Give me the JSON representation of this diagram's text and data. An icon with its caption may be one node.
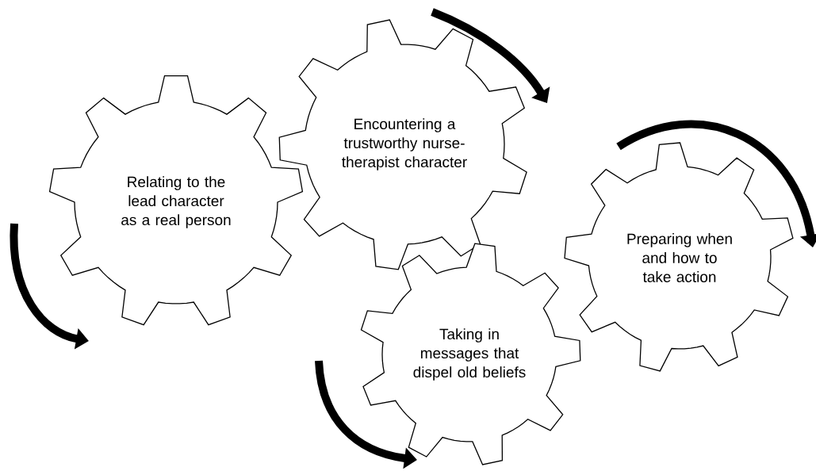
{
  "diagram": {
    "nodes": [
      {
        "text": [
          "Relating to the lead character as a real person"
        ]
      },
      {
        "text": [
          "Encountering a trustworthy nurse-therapist character"
        ]
      },
      {
        "text": [
          "Taking in messages that dispel old beliefs"
        ]
      },
      {
        "text": [
          "Preparing when and how to take action"
        ]
      }
    ]
  }
}
